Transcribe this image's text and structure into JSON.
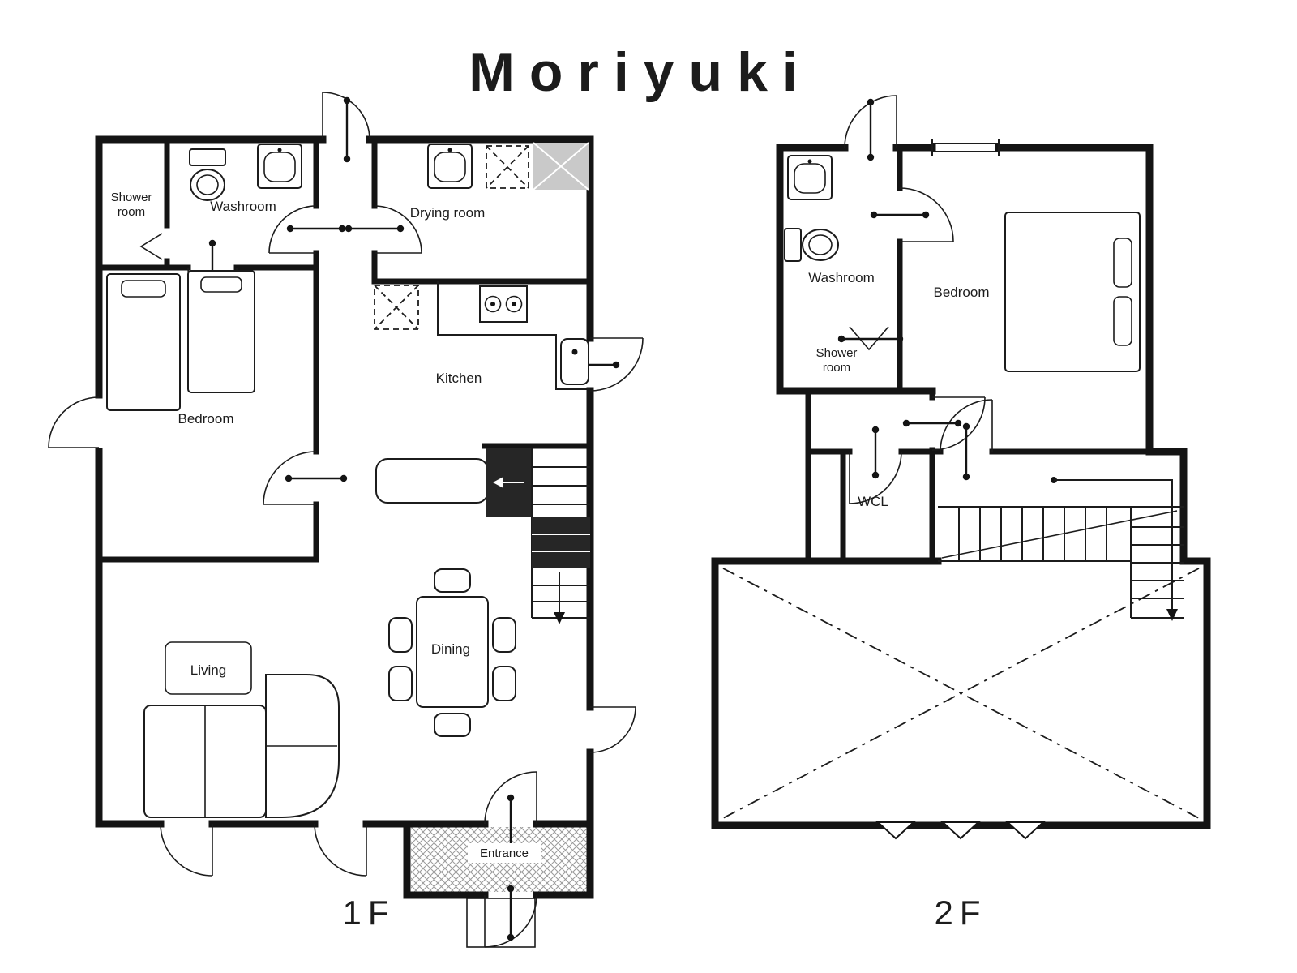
{
  "title": "Moriyuki",
  "floor1": {
    "label": "1F",
    "rooms": {
      "shower_line1": "Shower",
      "shower_line2": "room",
      "washroom": "Washroom",
      "drying_room": "Drying room",
      "bedroom": "Bedroom",
      "kitchen": "Kitchen",
      "living": "Living",
      "dining": "Dining",
      "entrance": "Entrance"
    }
  },
  "floor2": {
    "label": "2F",
    "rooms": {
      "washroom": "Washroom",
      "shower_line1": "Shower",
      "shower_line2": "room",
      "bedroom": "Bedroom",
      "wcl": "WCL"
    }
  },
  "colors": {
    "wall": "#141414",
    "unit_gray": "#c9c9c9"
  }
}
